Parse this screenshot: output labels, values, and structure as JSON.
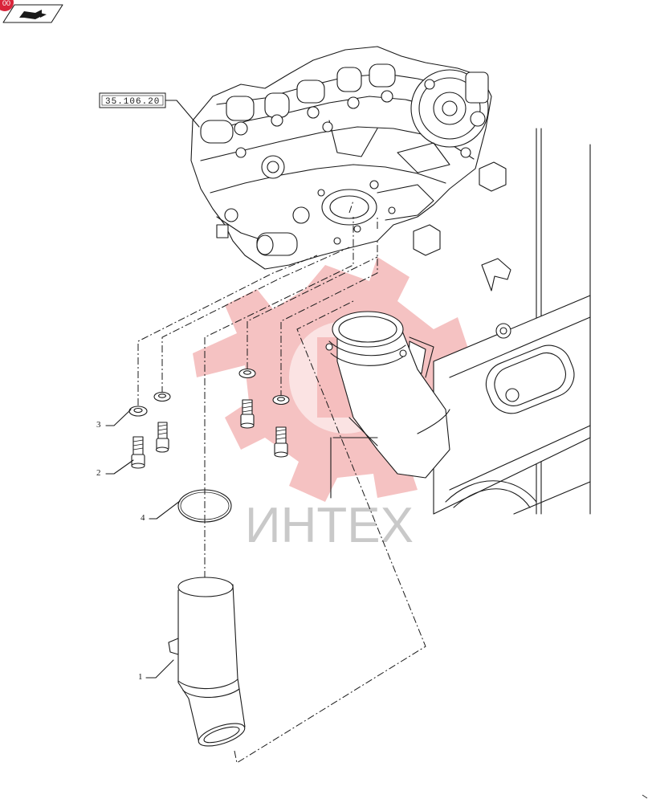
{
  "reference": {
    "label": "35.106.20"
  },
  "callouts": [
    {
      "id": "1",
      "label": "1"
    },
    {
      "id": "2",
      "label": "2"
    },
    {
      "id": "3",
      "label": "3"
    },
    {
      "id": "4",
      "label": "4"
    }
  ],
  "watermark": {
    "text": "ИНТЕХ"
  },
  "badge": {
    "text": "00"
  },
  "colors": {
    "badge": "#d9243a",
    "watermark_gear": "#f3b7b7",
    "watermark_text": "#c9c9c9",
    "line": "#1a1a1a"
  },
  "icons": {
    "nav": "book-with-arrow-icon"
  }
}
